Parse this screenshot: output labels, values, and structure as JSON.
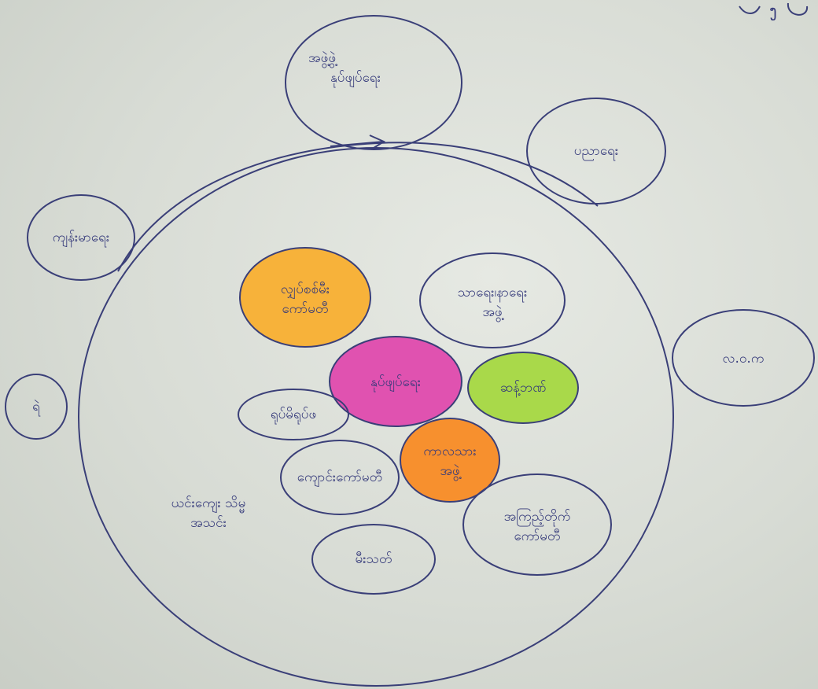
{
  "diagram": {
    "ink_color": "#3a3f78",
    "paper_color": "#dfe2dc",
    "corner_scribble": "ງ",
    "center": {
      "label": "နုပ်ဖျပ်ရေး",
      "color": "#e052b0"
    },
    "inner_nodes": {
      "top_left": {
        "lines": [
          "လျှပ်စစ်မီး",
          "ကော်မတီ"
        ],
        "color": "#f7b23a"
      },
      "top_right": {
        "lines": [
          "သာရေး၊နာရေး",
          "အဖွဲ့"
        ],
        "color": "none"
      },
      "right": {
        "label": "ဆန့်ဘဏ်",
        "color": "#a9d94a"
      },
      "left": {
        "label": "ရုပ်မိရုပ်ဖ",
        "color": "none"
      },
      "bottom_mid": {
        "lines": [
          "ကာလသား",
          "အဖွဲ့"
        ],
        "color": "#f7902e"
      },
      "bottom_left": {
        "label": "ကျောင်းကော်မတီ",
        "color": "none"
      },
      "bottom_right": {
        "lines": [
          "အကြည့်တိုက်",
          "ကော်မတီ"
        ],
        "color": "none"
      },
      "bottom": {
        "label": "မီးသတ်",
        "color": "none"
      }
    },
    "inside_text": {
      "lines": [
        "ယင်းကျေး သိမ္မ",
        "အသင်း"
      ]
    },
    "outer_nodes": {
      "top": {
        "lines": [
          "အဖွဲ့ဖွဲ့",
          "နုပ်ဖျပ်ရေး"
        ]
      },
      "top_right": {
        "label": "ပညာရေး"
      },
      "right": {
        "label": "လ.ဝ.က"
      },
      "left": {
        "label": "ကျန်းမာရေး"
      },
      "far_left": {
        "label": "ရဲ"
      }
    }
  }
}
